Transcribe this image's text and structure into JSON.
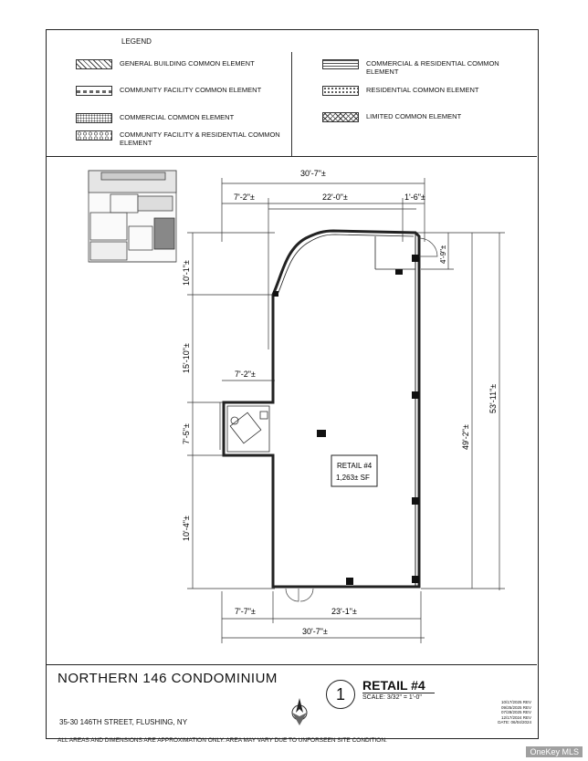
{
  "legend": {
    "title": "LEGEND",
    "left_items": [
      {
        "label": "GENERAL BUILDING COMMON ELEMENT",
        "pattern": "hatch"
      },
      {
        "label": "COMMUNITY FACILITY COMMON ELEMENT",
        "pattern": "dash"
      },
      {
        "label": "COMMERCIAL COMMON ELEMENT",
        "pattern": "dots"
      },
      {
        "label": "COMMUNITY FACILITY & RESIDENTIAL COMMON ELEMENT",
        "pattern": "circles"
      }
    ],
    "right_items": [
      {
        "label": "COMMERCIAL & RESIDENTIAL COMMON ELEMENT",
        "pattern": "lines"
      },
      {
        "label": "RESIDENTIAL COMMON ELEMENT",
        "pattern": "dots2"
      },
      {
        "label": "LIMITED COMMON ELEMENT",
        "pattern": "cross"
      }
    ]
  },
  "dimensions": {
    "top_overall": "30'-7\"±",
    "top_left": "7'-2\"±",
    "top_mid": "22'-0\"±",
    "top_right": "1'-6\"±",
    "left_1": "10'-1\"±",
    "left_2": "15'-10\"±",
    "left_3": "7'-5\"±",
    "left_4": "10'-4\"±",
    "mid_left": "7'-2\"±",
    "right_small": "4'-9\"±",
    "right_inner": "49'-2\"±",
    "right_outer": "53'-11\"±",
    "bottom_left": "7'-7\"±",
    "bottom_right": "23'-1\"±",
    "bottom_overall": "30'-7\"±"
  },
  "room": {
    "name": "RETAIL #4",
    "area": "1,263± SF"
  },
  "title_block": {
    "project": "NORTHERN 146 CONDOMINIUM",
    "address": "35-30 146TH STREET, FLUSHING, NY",
    "plan_number": "1",
    "plan_title": "RETAIL #4",
    "scale": "SCALE: 3/32\" = 1'-0\"",
    "revisions": [
      "10/17/2025 REV",
      "09/25/2025 REV",
      "07/28/2025 REV",
      "12/17/2024 REV",
      "DATE: 06/04/2024"
    ]
  },
  "disclaimer": "ALL AREAS AND DIMENSIONS ARE APPROXIMATION ONLY. AREA MAY VARY DUE TO UNFORSEEN SITE CONDITION.",
  "watermark": "OneKey MLS"
}
